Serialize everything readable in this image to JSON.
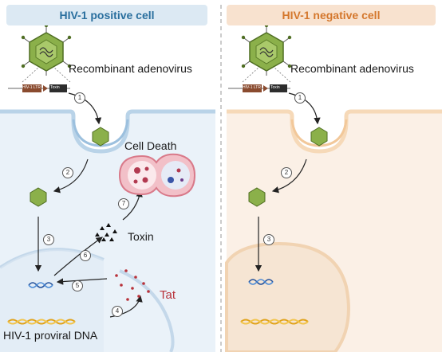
{
  "headers": {
    "positive": "HIV-1 positive cell",
    "negative": "HIV-1 negative cell"
  },
  "labels": {
    "virus_left": "Recombinant adenovirus",
    "virus_right": "Recombinant adenovirus",
    "cell_death": "Cell Death",
    "toxin": "Toxin",
    "tat": "Tat",
    "proviral": "HIV-1 proviral DNA",
    "cassette_ltr": "HIV-1 LTR",
    "cassette_toxin": "Toxin"
  },
  "steps": {
    "left": [
      "1",
      "2",
      "3",
      "4",
      "5",
      "6",
      "7"
    ],
    "right": [
      "1",
      "2",
      "3"
    ]
  },
  "colors": {
    "positive_bg": "#eaf2f9",
    "negative_bg": "#fbf0e6",
    "positive_header": "#2a6f9e",
    "negative_header": "#d4772c",
    "virus_green": "#7aa23f",
    "tat_red": "#b8323a"
  }
}
